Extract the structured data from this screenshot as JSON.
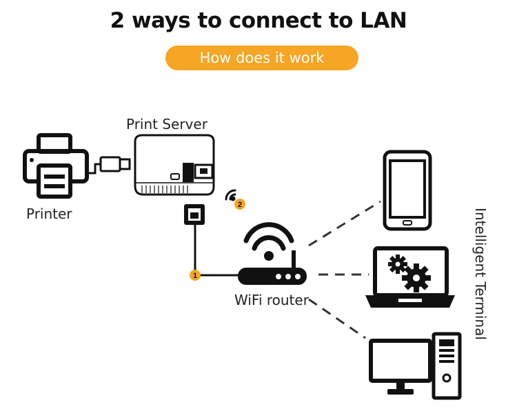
{
  "title": "2 ways to connect to LAN",
  "subtitle_button": "How does it work",
  "labels": {
    "print_server": "Print Server",
    "printer": "Printer",
    "wifi_router": "WiFi router",
    "intelligent_terminal": "Intelligent Terminal"
  },
  "badges": {
    "wired": "1",
    "wireless": "2"
  },
  "colors": {
    "accent": "#f6a524",
    "ink": "#111111"
  }
}
